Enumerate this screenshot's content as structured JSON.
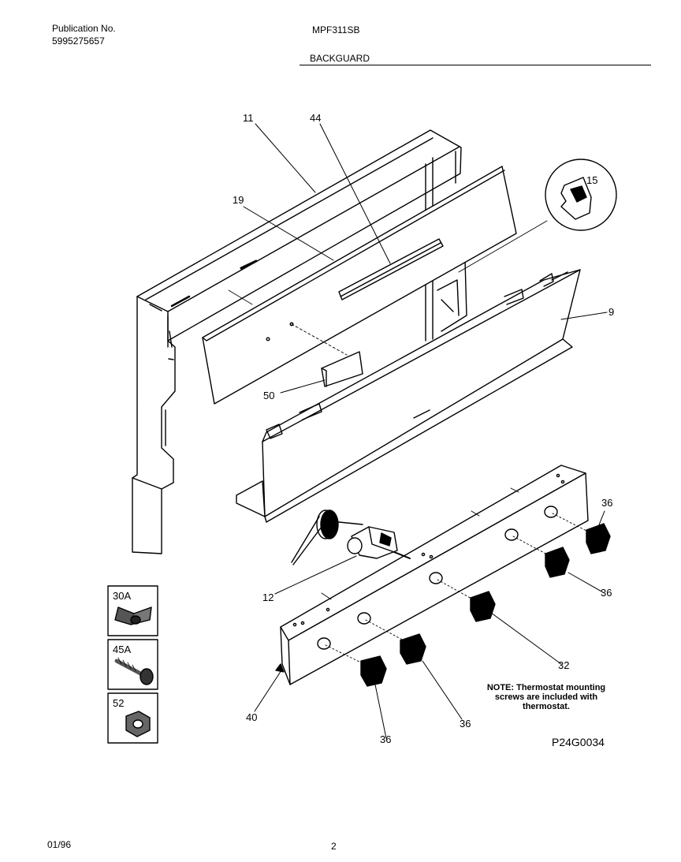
{
  "header": {
    "publication_label": "Publication No.",
    "publication_number": "5995275657",
    "model": "MPF311SB",
    "section": "BACKGUARD"
  },
  "callouts": {
    "p11": "11",
    "p44": "44",
    "p15": "15",
    "p19": "19",
    "p9": "9",
    "p50": "50",
    "p36a": "36",
    "p36b": "36",
    "p36c": "36",
    "p36d": "36",
    "p12": "12",
    "p32": "32",
    "p40": "40",
    "p30a": "30A",
    "p45a": "45A",
    "p52": "52"
  },
  "note": {
    "line1": "NOTE: Thermostat mounting",
    "line2": "screws are included with",
    "line3": "thermostat."
  },
  "figure_id": "P24G0034",
  "footer": {
    "date": "01/96",
    "page": "2"
  }
}
